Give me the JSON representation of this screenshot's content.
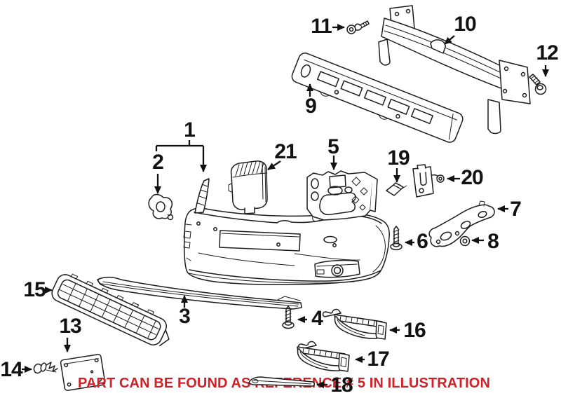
{
  "diagram": {
    "note": "PART CAN BE FOUND AS REFERENCE # 5 IN ILLUSTRATION",
    "colors": {
      "line": "#1c1c1c",
      "note_red": "#cf2127",
      "background": "#ffffff"
    },
    "callouts": [
      "1",
      "2",
      "3",
      "4",
      "5",
      "6",
      "7",
      "8",
      "9",
      "10",
      "11",
      "12",
      "13",
      "14",
      "15",
      "16",
      "17",
      "18",
      "19",
      "20",
      "21"
    ]
  }
}
